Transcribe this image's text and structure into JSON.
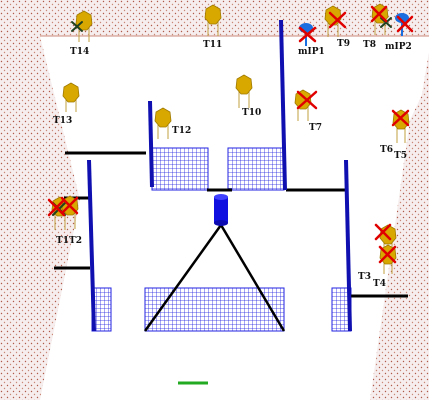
{
  "labels": {
    "T1": "T1",
    "T2": "T2",
    "T3": "T3",
    "T4": "T4",
    "T5": "T5",
    "T6": "T6",
    "T7": "T7",
    "T8": "T8",
    "T9": "T9",
    "T10": "T10",
    "T11": "T11",
    "T12": "T12",
    "T13": "T13",
    "T14": "T14",
    "mIP1": "mIP1",
    "mIP2": "mIP2"
  },
  "colors": {
    "floor": "#ffffff",
    "wall_dots": "#b05a4a",
    "pillar": "#1010b0",
    "grid": "#2020e0",
    "beam": "#000000",
    "target": "#d8a800",
    "target_dark": "#a07a00",
    "cross_red": "#e00000",
    "cross_dark": "#204020",
    "mip_blue": "#1a6ee0",
    "indicator": "#22aa22"
  },
  "icons": {
    "target": "pawn-target-icon",
    "marker": "cross-marker-icon",
    "mip": "mip-node-icon",
    "camera": "blue-cylinder-icon"
  }
}
